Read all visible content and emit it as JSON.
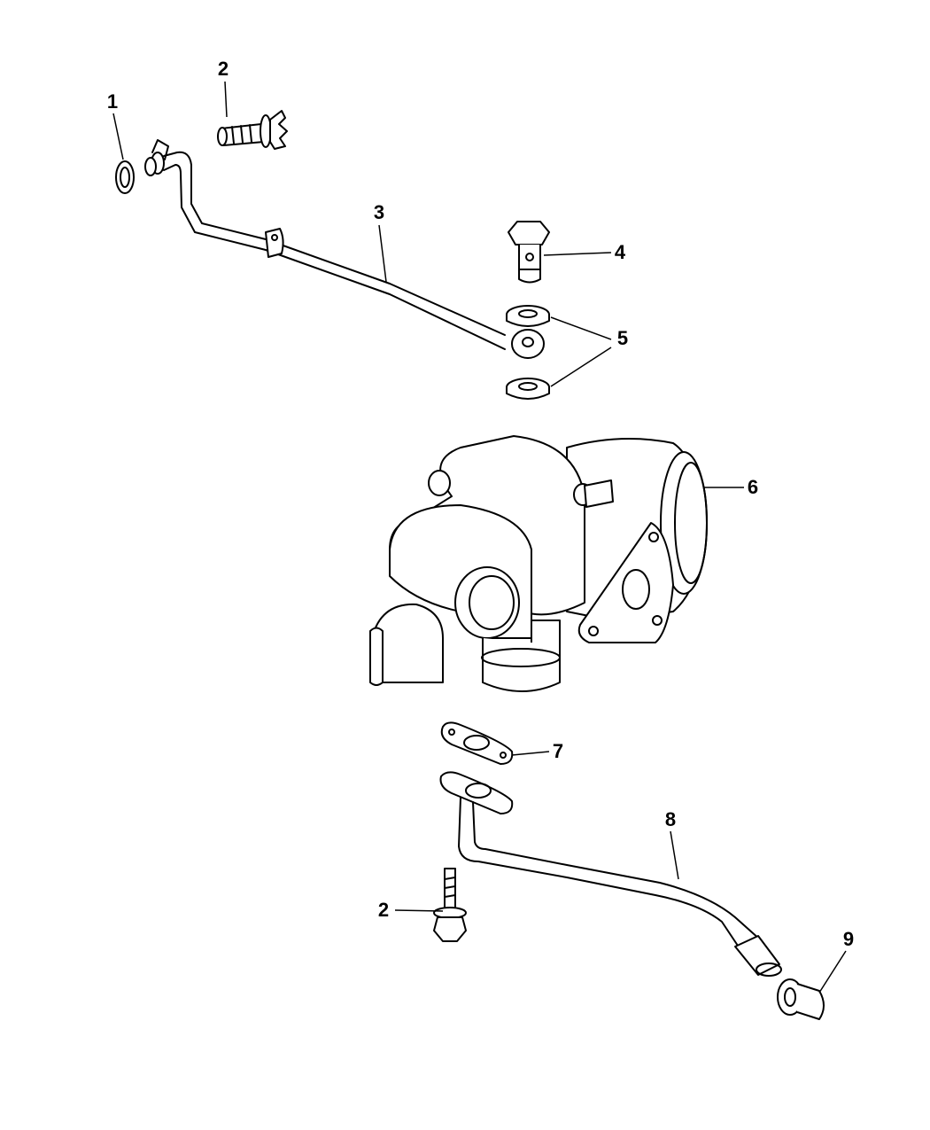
{
  "title": "Turbocharger and oil lines parts diagram",
  "callouts": [
    {
      "id": "c1",
      "label": "1",
      "part": "o-ring-seal"
    },
    {
      "id": "c2a",
      "label": "2",
      "part": "bolt-upper"
    },
    {
      "id": "c3",
      "label": "3",
      "part": "oil-feed-line"
    },
    {
      "id": "c4",
      "label": "4",
      "part": "banjo-bolt"
    },
    {
      "id": "c5",
      "label": "5",
      "part": "sealing-washers"
    },
    {
      "id": "c6",
      "label": "6",
      "part": "turbocharger"
    },
    {
      "id": "c7",
      "label": "7",
      "part": "gasket"
    },
    {
      "id": "c8",
      "label": "8",
      "part": "oil-return-line"
    },
    {
      "id": "c2b",
      "label": "2",
      "part": "bolt-lower"
    },
    {
      "id": "c9",
      "label": "9",
      "part": "grommet"
    }
  ]
}
